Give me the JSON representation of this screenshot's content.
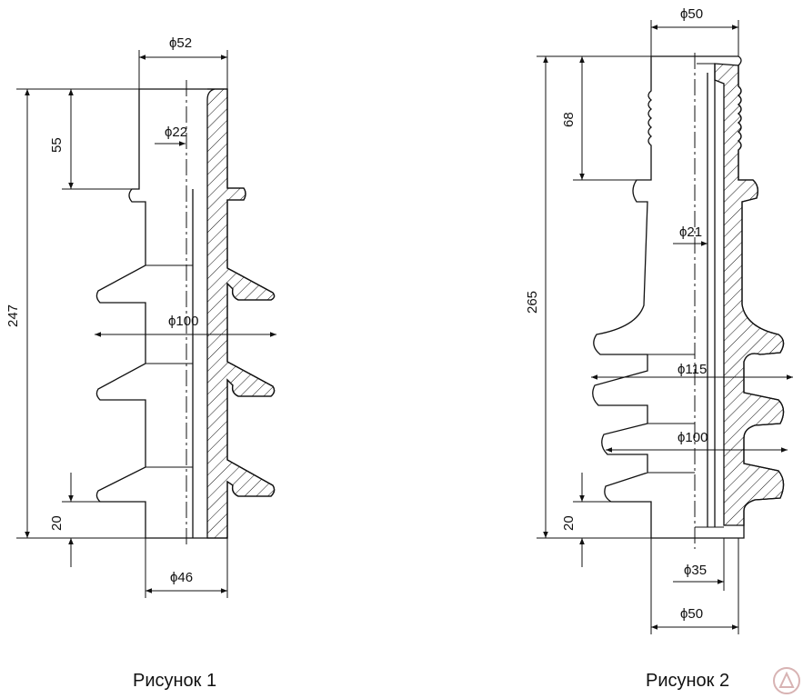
{
  "figures": [
    {
      "caption": "Рисунок 1",
      "dims": {
        "top_diameter": "ϕ52",
        "bore_diameter": "ϕ22",
        "shed_diameter": "ϕ100",
        "bottom_diameter": "ϕ46",
        "total_height": "247",
        "top_height": "55",
        "bottom_height": "20"
      }
    },
    {
      "caption": "Рисунок 2",
      "dims": {
        "top_diameter": "ϕ50",
        "bore_diameter": "ϕ21",
        "large_shed_diameter": "ϕ115",
        "small_shed_diameter": "ϕ100",
        "inner_diameter": "ϕ35",
        "bottom_diameter": "ϕ50",
        "total_height": "265",
        "thread_height": "68",
        "bottom_height": "20"
      }
    }
  ],
  "colors": {
    "line": "#111111",
    "background": "#ffffff"
  },
  "logo_icon": "watermark-logo-icon"
}
